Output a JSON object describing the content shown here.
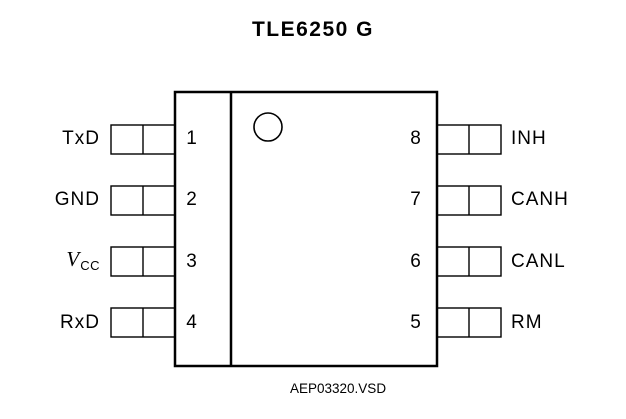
{
  "diagram": {
    "title": "TLE6250 G",
    "figure_id": "AEP03320.VSD",
    "pins_left": [
      {
        "number": "1",
        "name": "TxD"
      },
      {
        "number": "2",
        "name": "GND"
      },
      {
        "number": "3",
        "name_main": "V",
        "name_sub": "CC"
      },
      {
        "number": "4",
        "name": "RxD"
      }
    ],
    "pins_right": [
      {
        "number": "8",
        "name": "INH"
      },
      {
        "number": "7",
        "name": "CANH"
      },
      {
        "number": "6",
        "name": "CANL"
      },
      {
        "number": "5",
        "name": "RM"
      }
    ]
  }
}
